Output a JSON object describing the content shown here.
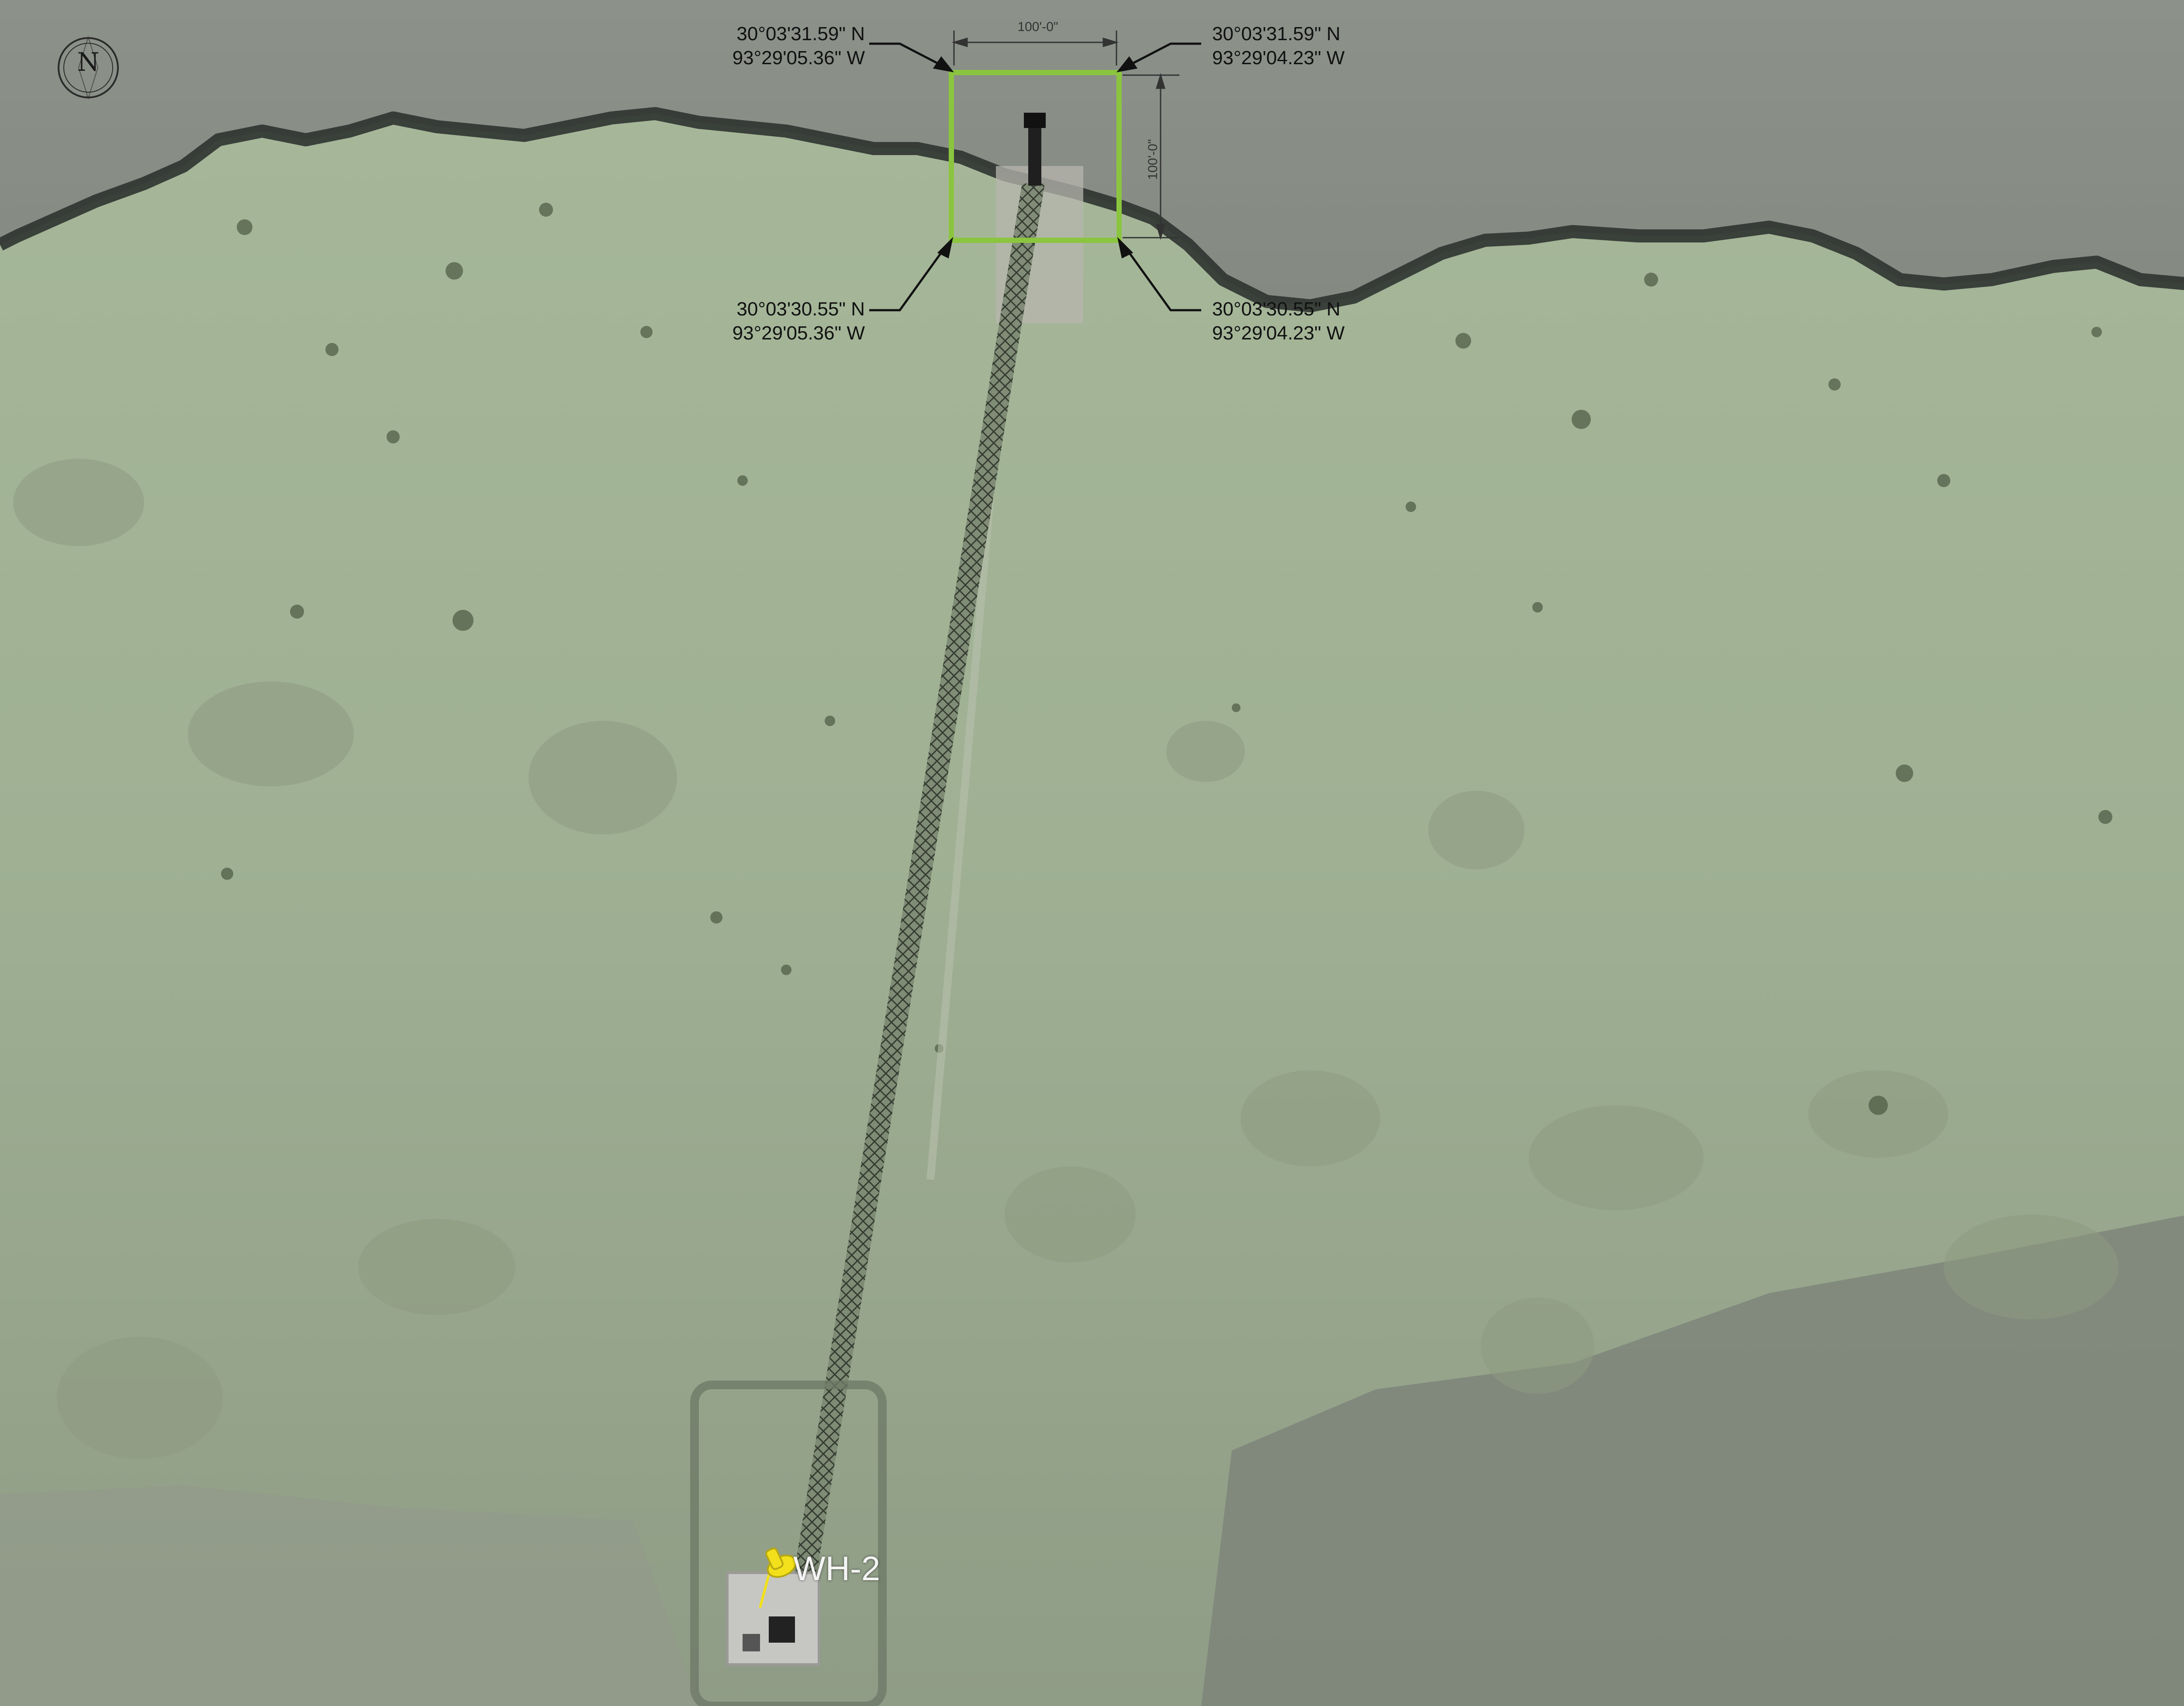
{
  "map": {
    "north_arrow": {
      "letter": "N",
      "icon": "north-arrow-icon"
    },
    "dimensions": {
      "top": "100'-0\"",
      "right": "100'-0\""
    },
    "corners": {
      "top_left": {
        "lat": "30°03'31.59\" N",
        "lon": "93°29'05.36\" W"
      },
      "top_right": {
        "lat": "30°03'31.59\" N",
        "lon": "93°29'04.23\" W"
      },
      "bottom_left": {
        "lat": "30°03'30.55\" N",
        "lon": "93°29'05.36\" W"
      },
      "bottom_right": {
        "lat": "30°03'30.55\" N",
        "lon": "93°29'04.23\" W"
      }
    },
    "well_marker": {
      "label": "WH-2",
      "icon": "pushpin-icon"
    },
    "colors": {
      "boundary": "#8bc53f",
      "water": "#8a8f86",
      "marsh": "#9aae8c",
      "pin": "#f2e01c",
      "pipeline": "#3a3f36"
    }
  }
}
